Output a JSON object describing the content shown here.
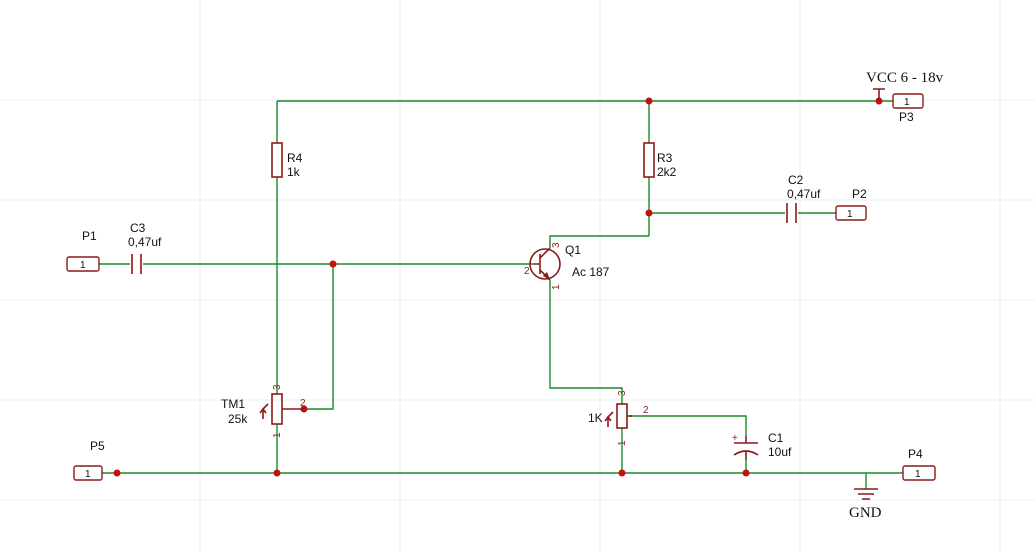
{
  "connectors": {
    "p1": {
      "name": "P1",
      "pin": "1"
    },
    "p2": {
      "name": "P2",
      "pin": "1"
    },
    "p3": {
      "name": "P3",
      "pin": "1"
    },
    "p4": {
      "name": "P4",
      "pin": "1"
    },
    "p5": {
      "name": "P5",
      "pin": "1"
    }
  },
  "supply": {
    "vcc": "VCC 6 - 18v",
    "gnd": "GND"
  },
  "c3": {
    "name": "C3",
    "value": "0,47uf"
  },
  "c2": {
    "name": "C2",
    "value": "0,47uf"
  },
  "c1": {
    "name": "C1",
    "value": "10uf",
    "polarity": "+"
  },
  "r4": {
    "name": "R4",
    "value": "1k"
  },
  "r3": {
    "name": "R3",
    "value": "2k2"
  },
  "q1": {
    "name": "Q1",
    "value": "Ac 187",
    "pin_collector": "3",
    "pin_base": "2",
    "pin_emitter": "1"
  },
  "tm1": {
    "name": "TM1",
    "value": "25k",
    "pin1": "1",
    "pin2": "2",
    "pin3": "3"
  },
  "pot2": {
    "value": "1K",
    "pin1": "1",
    "pin2": "2",
    "pin3": "3"
  },
  "colors": {
    "wire": "#1a8a2a",
    "part": "#8b1a1a",
    "junction": "#c41010"
  }
}
